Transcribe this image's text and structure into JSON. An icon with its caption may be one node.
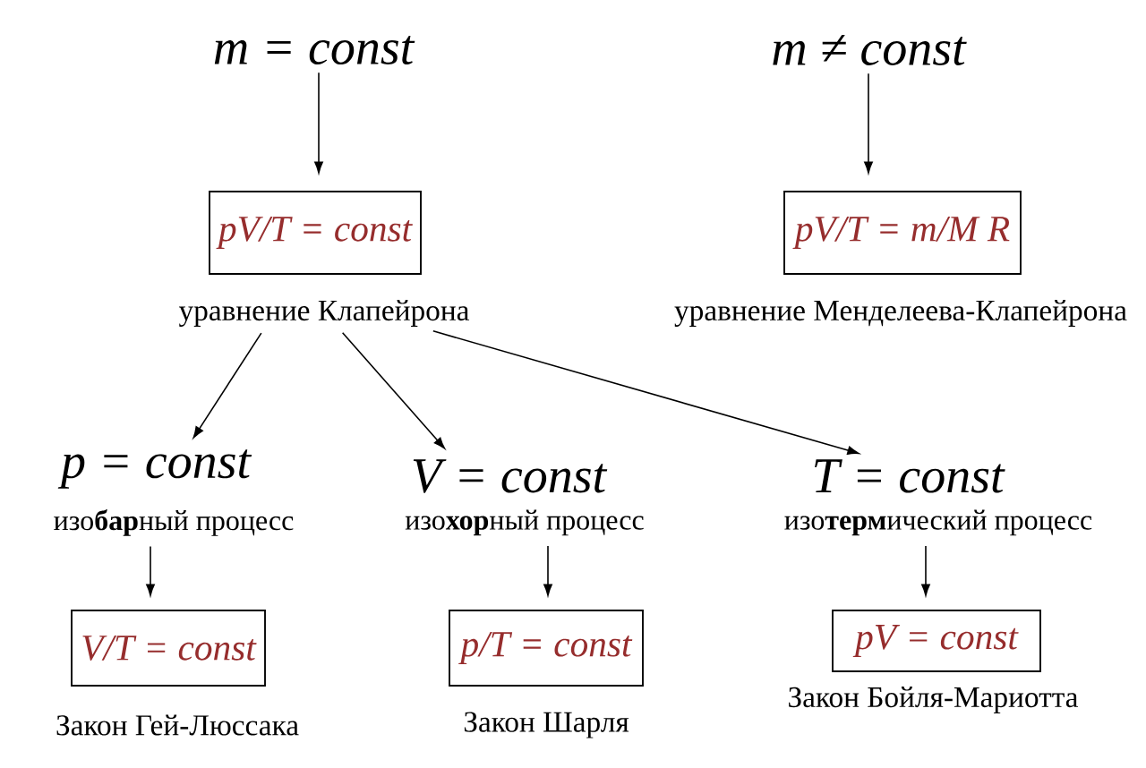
{
  "diagram": {
    "nodes": [
      {
        "text": [
          "m = const"
        ]
      },
      {
        "text": [
          "m ≠ const"
        ]
      },
      {
        "text": [
          "pV/T = const"
        ],
        "beside": [
          "уравнение Клапейрона"
        ]
      },
      {
        "text": [
          "pV/T = m/M R"
        ],
        "beside": [
          "уравнение Менделеева-Клапейрона"
        ]
      },
      {
        "text": [
          "p = const",
          "изо**бар**ный процесс"
        ]
      },
      {
        "text": [
          "V = const",
          "изо**хор**ный процесс"
        ]
      },
      {
        "text": [
          "T = const",
          "изо**терм**ический процесс"
        ]
      },
      {
        "text": [
          "V/T = const"
        ],
        "beside": [
          "Закон Гей-Люссака"
        ]
      },
      {
        "text": [
          "p/T = const"
        ],
        "beside": [
          "Закон Шарля"
        ]
      },
      {
        "text": [
          "pV = const"
        ],
        "beside": [
          "Закон Бойля-Мариотта"
        ]
      }
    ],
    "edges": [
      {
        "from": 0,
        "to": 2,
        "arrow": "to"
      },
      {
        "from": 1,
        "to": 3,
        "arrow": "to"
      },
      {
        "from": 2,
        "to": 4,
        "arrow": "to"
      },
      {
        "from": 2,
        "to": 5,
        "arrow": "to"
      },
      {
        "from": 2,
        "to": 6,
        "arrow": "to"
      },
      {
        "from": 4,
        "to": 7,
        "arrow": "to"
      },
      {
        "from": 5,
        "to": 8,
        "arrow": "to"
      },
      {
        "from": 6,
        "to": 9,
        "arrow": "to"
      }
    ]
  }
}
